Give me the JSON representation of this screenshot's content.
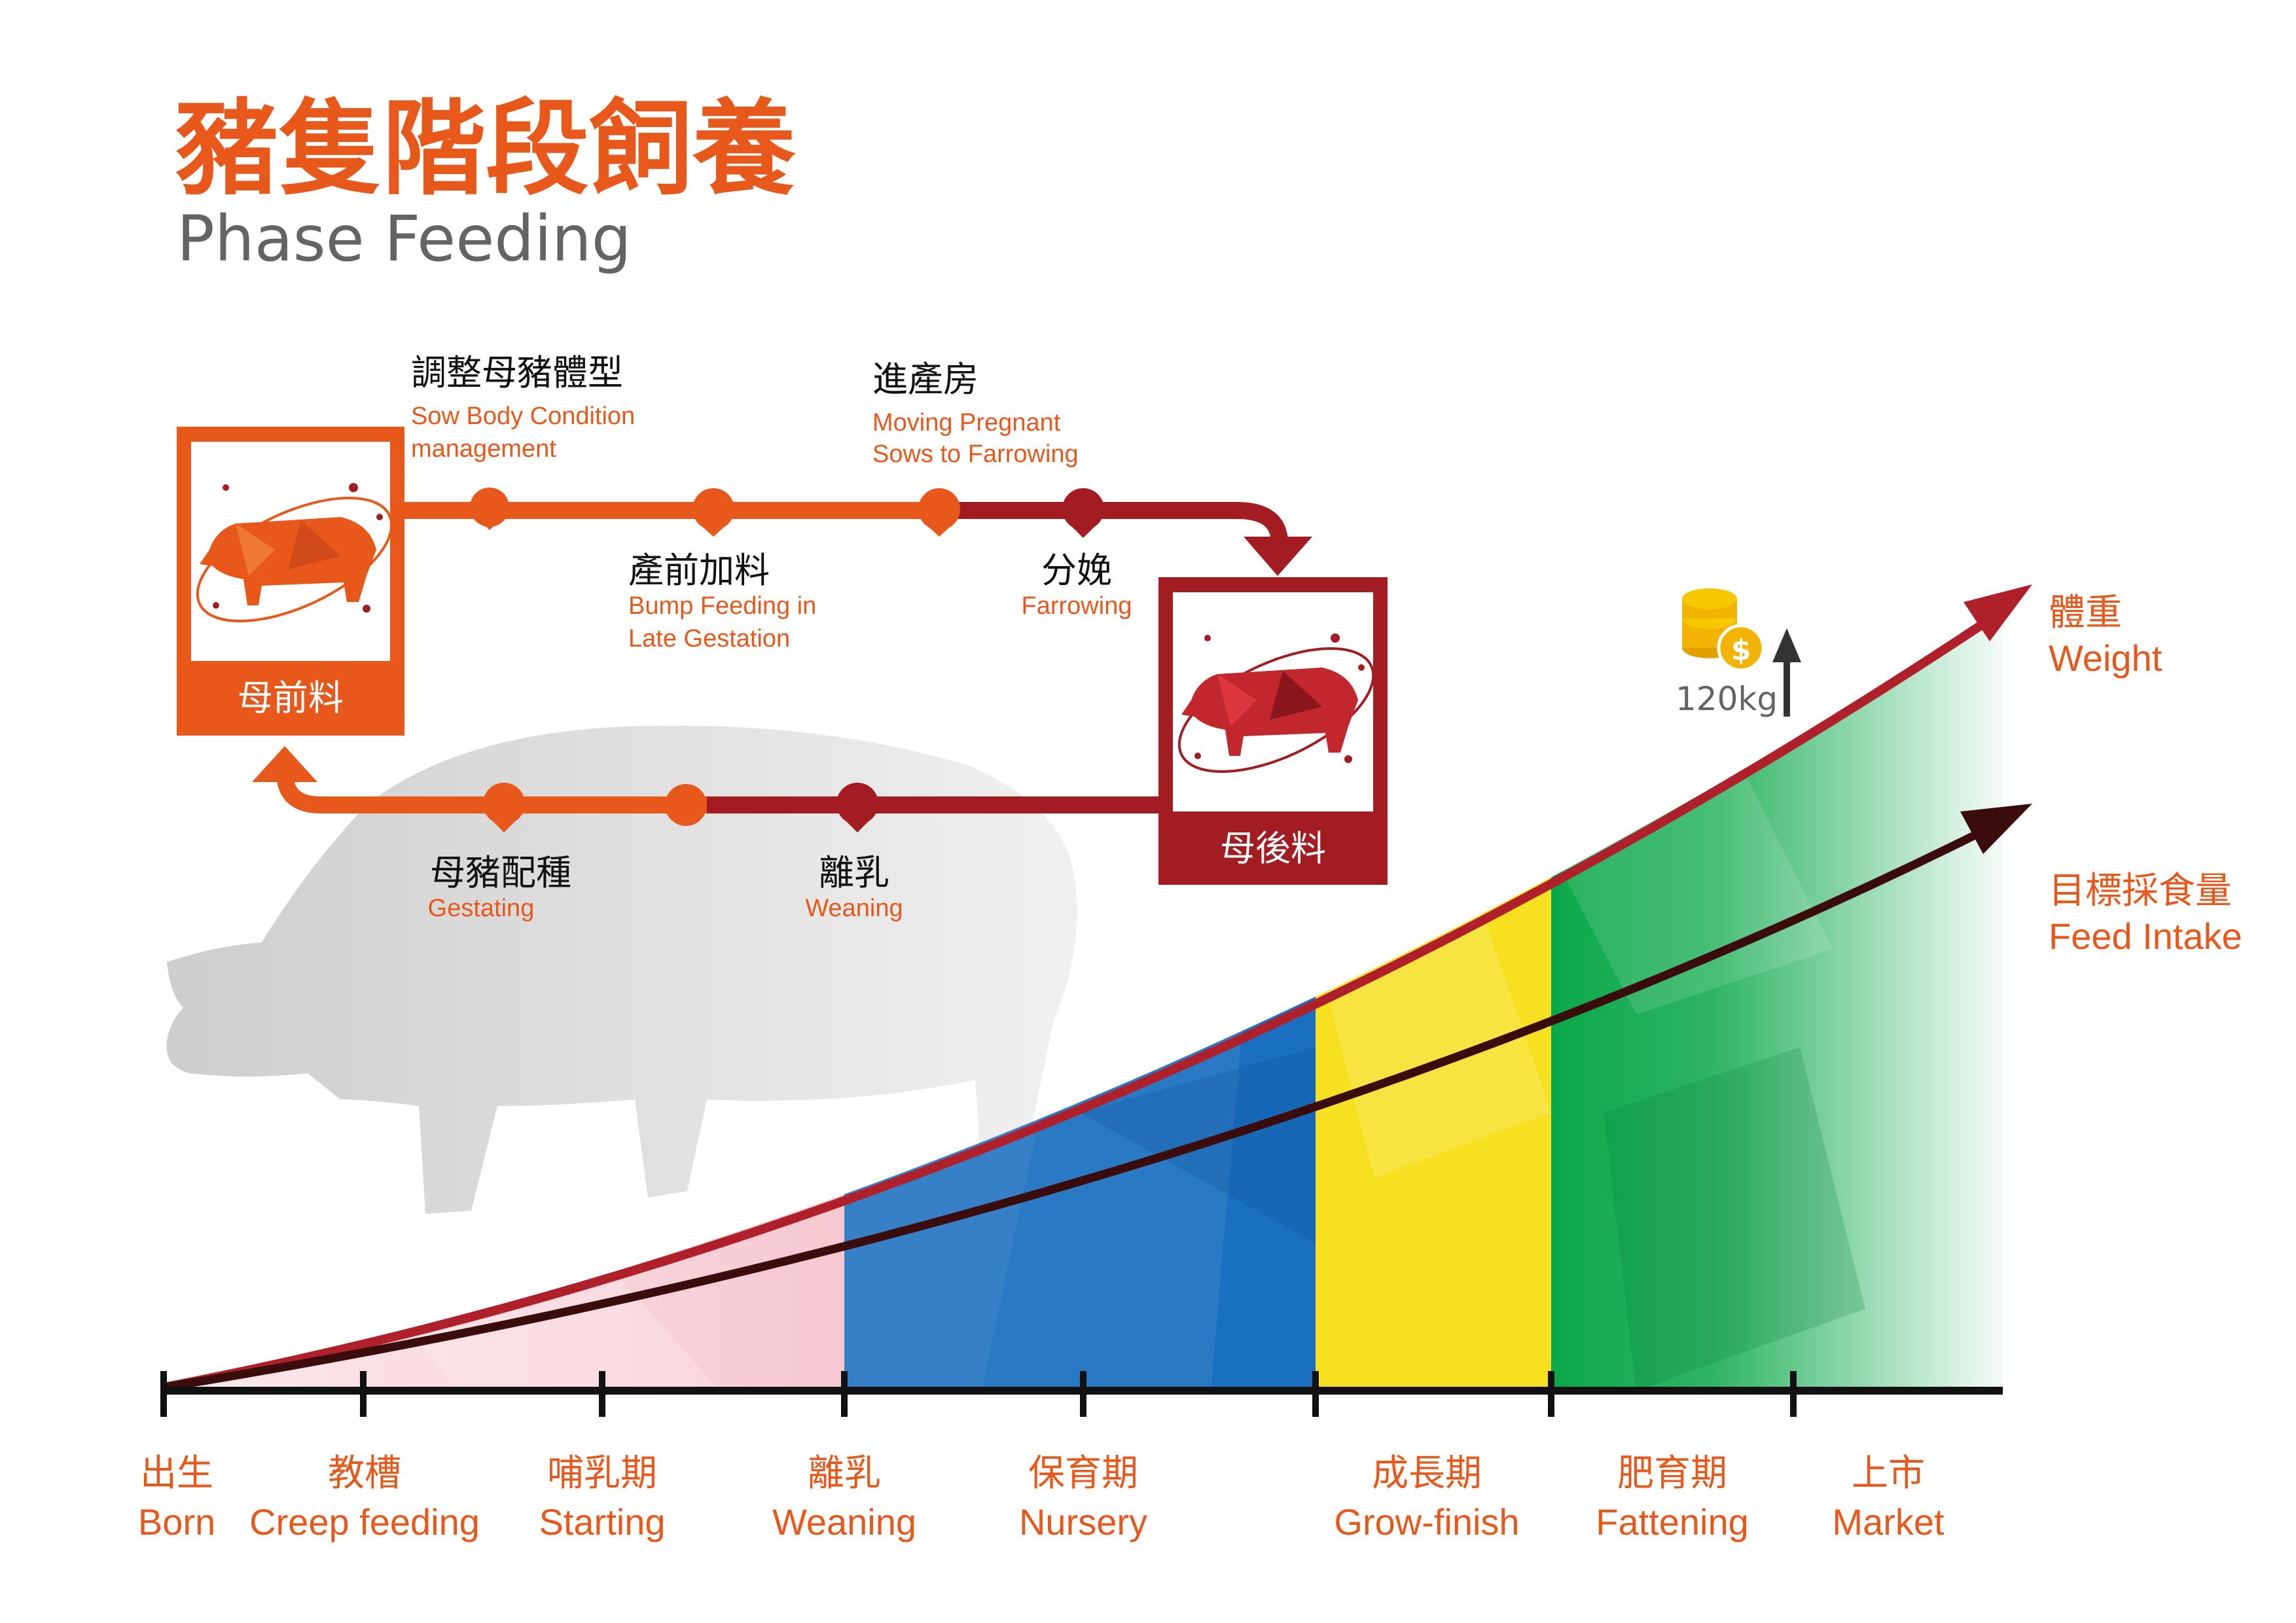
{
  "title": {
    "zh": "豬隻階段飼養",
    "en": "Phase Feeding"
  },
  "colors": {
    "orange": "#e8581a",
    "dark_red": "#a31c22",
    "grey_text": "#646464",
    "axis": "#111111",
    "weight_arrow": "#b0202a",
    "feed_arrow": "#3a0c0c",
    "pink": "#f4b6c2",
    "blue": "#1a6fc0",
    "yellow": "#f7e020",
    "green": "#0aa84a",
    "coin": "#f2b400"
  },
  "icons": [
    "pig-silhouette-icon",
    "pig-orange-icon",
    "pig-red-icon",
    "coin-stack-icon",
    "up-arrow-icon"
  ],
  "cycle": {
    "boxes": {
      "pre": {
        "label": "母前料"
      },
      "post": {
        "label": "母後料"
      }
    },
    "top_steps": [
      {
        "zh": "調整母豬體型",
        "en1": "Sow Body Condition",
        "en2": "management"
      },
      {
        "zh": "產前加料",
        "en1": "Bump Feeding in",
        "en2": "Late Gestation"
      },
      {
        "zh": "進產房",
        "en1": "Moving Pregnant",
        "en2": "Sows to Farrowing"
      },
      {
        "zh": "分娩",
        "en1": "Farrowing",
        "en2": ""
      }
    ],
    "bottom_steps": [
      {
        "zh": "母豬配種",
        "en1": "Gestating"
      },
      {
        "zh": "離乳",
        "en1": "Weaning"
      }
    ]
  },
  "growth": {
    "weight": {
      "zh": "體重",
      "en": "Weight"
    },
    "feed": {
      "zh": "目標採食量",
      "en": "Feed Intake"
    },
    "market_weight": "120kg"
  },
  "timeline": [
    {
      "zh": "出生",
      "en": "Born"
    },
    {
      "zh": "教槽",
      "en": "Creep feeding"
    },
    {
      "zh": "哺乳期",
      "en": "Starting"
    },
    {
      "zh": "離乳",
      "en": "Weaning"
    },
    {
      "zh": "保育期",
      "en": "Nursery"
    },
    {
      "zh": "成長期",
      "en": "Grow-finish"
    },
    {
      "zh": "肥育期",
      "en": "Fattening"
    },
    {
      "zh": "上市",
      "en": "Market"
    }
  ]
}
